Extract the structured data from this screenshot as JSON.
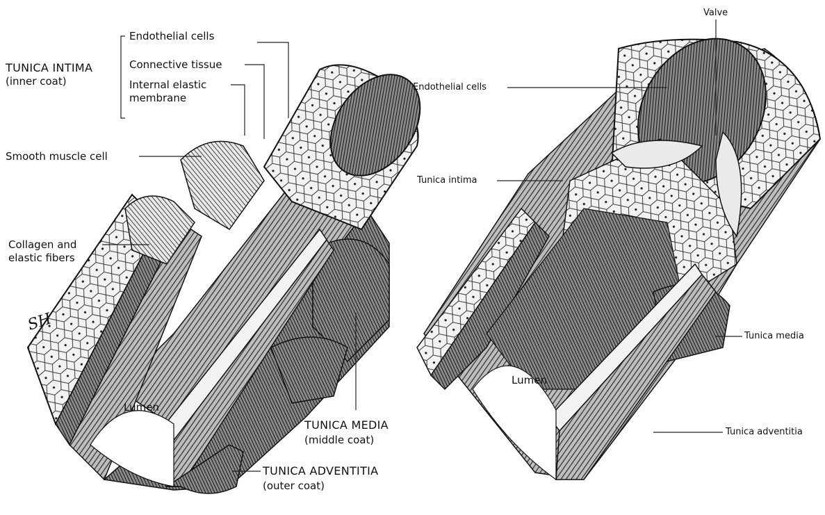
{
  "artery": {
    "tunica_intima": "TUNICA INTIMA",
    "tunica_intima_sub": "(inner coat)",
    "endothelial_cells": "Endothelial cells",
    "connective_tissue": "Connective tissue",
    "internal_elastic_1": "Internal elastic",
    "internal_elastic_2": "membrane",
    "smooth_muscle": "Smooth muscle cell",
    "collagen_1": "Collagen and",
    "collagen_2": "elastic fibers",
    "lumen": "Lumen",
    "tunica_media": "TUNICA MEDIA",
    "tunica_media_sub": "(middle coat)",
    "tunica_adventitia": "TUNICA ADVENTITIA",
    "tunica_adventitia_sub": "(outer coat)",
    "signature": "SH"
  },
  "vein": {
    "valve": "Valve",
    "endothelial_cells": "Endothelial cells",
    "tunica_intima": "Tunica intima",
    "lumen": "Lumen",
    "tunica_media": "Tunica media",
    "tunica_adventitia": "Tunica adventitia"
  }
}
